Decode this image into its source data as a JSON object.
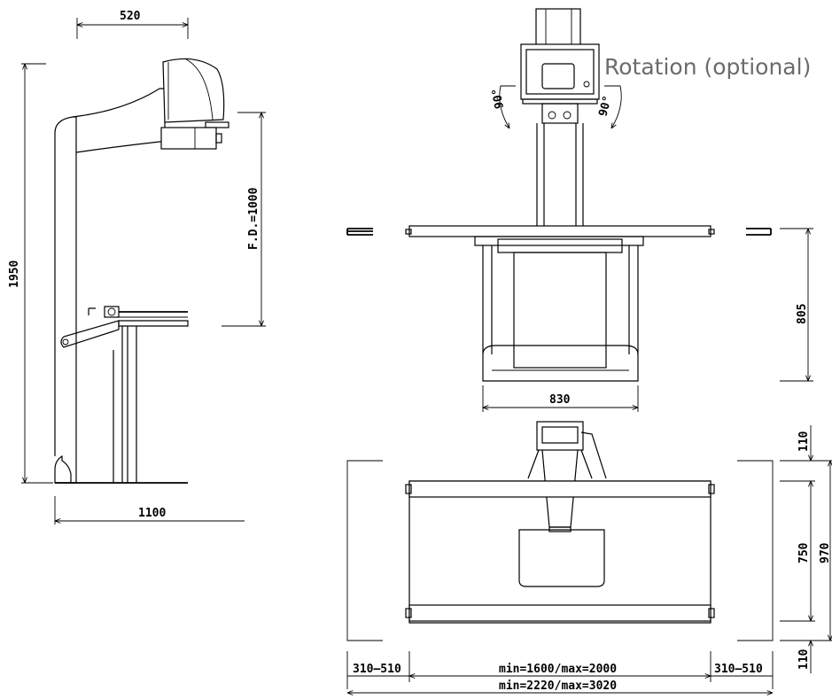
{
  "side_view": {
    "dim_top": "520",
    "dim_height": "1950",
    "dim_fd": "F.D.=1000",
    "dim_base": "1100"
  },
  "front_view": {
    "rotation_label": "Rotation (optional)",
    "angle_left": "90°",
    "angle_right": "90°",
    "dim_height": "805",
    "dim_width": "830"
  },
  "top_view": {
    "dim_110_top": "110",
    "dim_750": "750",
    "dim_970": "970",
    "dim_110_bottom": "110",
    "dim_left": "310–510",
    "dim_right": "310–510",
    "dim_inner": "min=1600/max=2000",
    "dim_outer": "min=2220/max=3020"
  }
}
